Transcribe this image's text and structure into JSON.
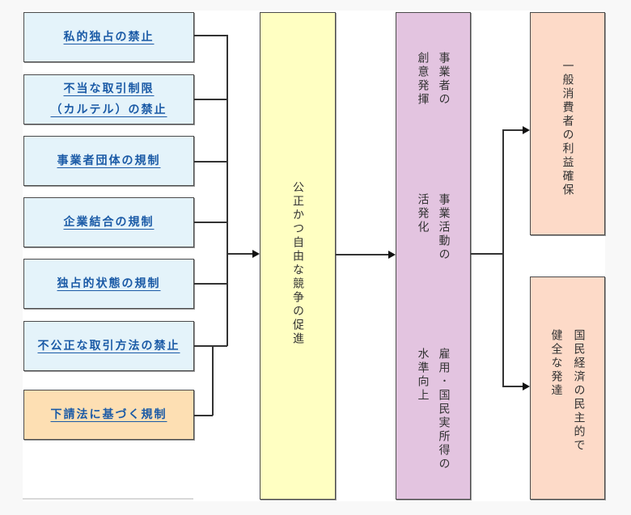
{
  "diagram": {
    "left_boxes": [
      {
        "label_lines": [
          "私的独占の禁止"
        ],
        "color": "#e4f3fa"
      },
      {
        "label_lines": [
          "不当な取引制限",
          "（カルテル）の禁止"
        ],
        "color": "#e4f3fa"
      },
      {
        "label_lines": [
          "事業者団体の規制"
        ],
        "color": "#e4f3fa"
      },
      {
        "label_lines": [
          "企業結合の規制"
        ],
        "color": "#e4f3fa"
      },
      {
        "label_lines": [
          "独占的状態の規制"
        ],
        "color": "#e4f3fa"
      },
      {
        "label_lines": [
          "不公正な取引方法の禁止"
        ],
        "color": "#e4f3fa"
      },
      {
        "label_lines": [
          "下請法に基づく規制"
        ],
        "color": "#fddfb3"
      }
    ],
    "center_box": {
      "label": "公正かつ自由な競争の促進",
      "color": "#ffffc2"
    },
    "effects_box": {
      "color": "#e3c4e0",
      "groups": [
        {
          "lines": [
            "事業者の",
            "創意発揮"
          ]
        },
        {
          "lines": [
            "事業活動の",
            "活発化"
          ]
        },
        {
          "lines": [
            "雇用･国民実所得の",
            "水準向上"
          ]
        }
      ]
    },
    "outcome_boxes": [
      {
        "lines": [
          "一般消費者の利益確保"
        ],
        "color": "#fddac8"
      },
      {
        "lines": [
          "国民経済の民主的で",
          "健全な発達"
        ],
        "color": "#fddac8"
      }
    ],
    "link_color": "#1a5aa6"
  }
}
